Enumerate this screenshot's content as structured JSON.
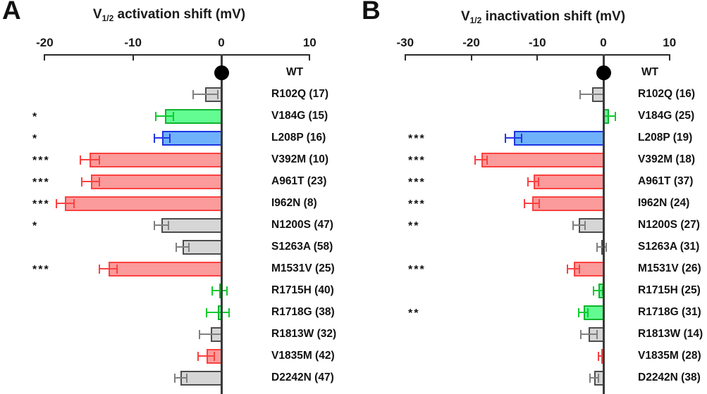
{
  "colors": {
    "background": "#FFFFFF",
    "text": "#1A1A1A",
    "axis": "#2B2B2B",
    "zero_line": "#3A3A3A",
    "wt_marker": "#000000"
  },
  "palette": {
    "gray": {
      "fill": "#D6D6D6",
      "edge": "#4D4D4D",
      "err": "#808080"
    },
    "green": {
      "fill": "#63FC92",
      "edge": "#0CB52C",
      "err": "#10CA2F"
    },
    "blue": {
      "fill": "#70B2FA",
      "edge": "#1A35E0",
      "err": "#2338E2"
    },
    "red": {
      "fill": "#FB9B9B",
      "edge": "#FB4141",
      "err": "#FB4141"
    }
  },
  "chart_data": {
    "type": "bar",
    "orientation": "horizontal",
    "units": "mV",
    "panels": [
      {
        "letter": "A",
        "title": {
          "main": "V",
          "sub": "1/2",
          "rest": " activation shift (mV)"
        },
        "xlim": [
          -22,
          11
        ],
        "ticks": [
          -20,
          -10,
          0,
          10
        ],
        "wt_label": "WT",
        "rows": [
          {
            "label": "R102Q (17)",
            "value": -1.8,
            "err": 1.4,
            "color": "gray",
            "sig": ""
          },
          {
            "label": "V184G (15)",
            "value": -6.4,
            "err": 1.0,
            "color": "green",
            "sig": "*"
          },
          {
            "label": "L208P (16)",
            "value": -6.7,
            "err": 0.9,
            "color": "blue",
            "sig": "*"
          },
          {
            "label": "V392M (10)",
            "value": -14.9,
            "err": 1.1,
            "color": "red",
            "sig": "***"
          },
          {
            "label": "A961T (23)",
            "value": -14.8,
            "err": 1.0,
            "color": "red",
            "sig": "***"
          },
          {
            "label": "I962N (8)",
            "value": -17.7,
            "err": 1.0,
            "color": "red",
            "sig": "***"
          },
          {
            "label": "N1200S (47)",
            "value": -6.8,
            "err": 0.8,
            "color": "gray",
            "sig": "*"
          },
          {
            "label": "S1263A (58)",
            "value": -4.4,
            "err": 0.7,
            "color": "gray",
            "sig": ""
          },
          {
            "label": "M1531V (25)",
            "value": -12.8,
            "err": 1.0,
            "color": "red",
            "sig": "***"
          },
          {
            "label": "R1715H (40)",
            "value": -0.2,
            "err": 0.8,
            "color": "green",
            "sig": ""
          },
          {
            "label": "R1718G (38)",
            "value": -0.4,
            "err": 1.3,
            "color": "green",
            "sig": ""
          },
          {
            "label": "R1813W (32)",
            "value": -1.2,
            "err": 1.3,
            "color": "gray",
            "sig": ""
          },
          {
            "label": "V1835M (42)",
            "value": -1.7,
            "err": 0.9,
            "color": "red",
            "sig": ""
          },
          {
            "label": "D2242N (47)",
            "value": -4.6,
            "err": 0.7,
            "color": "gray",
            "sig": ""
          }
        ]
      },
      {
        "letter": "B",
        "title": {
          "main": "V",
          "sub": "1/2",
          "rest": " inactivation shift (mV)"
        },
        "xlim": [
          -32,
          11
        ],
        "ticks": [
          -30,
          -20,
          -10,
          0,
          10
        ],
        "wt_label": "WT",
        "rows": [
          {
            "label": "R102Q (16)",
            "value": -1.7,
            "err": 1.8,
            "color": "gray",
            "sig": ""
          },
          {
            "label": "V184G (25)",
            "value": 0.9,
            "err": 0.9,
            "color": "green",
            "sig": ""
          },
          {
            "label": "L208P (19)",
            "value": -13.6,
            "err": 1.2,
            "color": "blue",
            "sig": "***"
          },
          {
            "label": "V392M (18)",
            "value": -18.5,
            "err": 0.9,
            "color": "red",
            "sig": "***"
          },
          {
            "label": "A961T (37)",
            "value": -10.6,
            "err": 0.8,
            "color": "red",
            "sig": "***"
          },
          {
            "label": "I962N (24)",
            "value": -10.8,
            "err": 1.1,
            "color": "red",
            "sig": "***"
          },
          {
            "label": "N1200S (27)",
            "value": -3.7,
            "err": 0.9,
            "color": "gray",
            "sig": "**"
          },
          {
            "label": "S1263A (31)",
            "value": -0.3,
            "err": 0.7,
            "color": "gray",
            "sig": ""
          },
          {
            "label": "M1531V (26)",
            "value": -4.5,
            "err": 0.9,
            "color": "red",
            "sig": "***"
          },
          {
            "label": "R1715H (25)",
            "value": -0.8,
            "err": 0.7,
            "color": "green",
            "sig": ""
          },
          {
            "label": "R1718G (31)",
            "value": -3.0,
            "err": 0.7,
            "color": "green",
            "sig": "**"
          },
          {
            "label": "R1813W (14)",
            "value": -2.2,
            "err": 1.2,
            "color": "gray",
            "sig": ""
          },
          {
            "label": "V1835M (28)",
            "value": -0.3,
            "err": 0.4,
            "color": "red",
            "sig": ""
          },
          {
            "label": "D2242N (38)",
            "value": -1.4,
            "err": 0.6,
            "color": "gray",
            "sig": ""
          }
        ]
      }
    ]
  }
}
